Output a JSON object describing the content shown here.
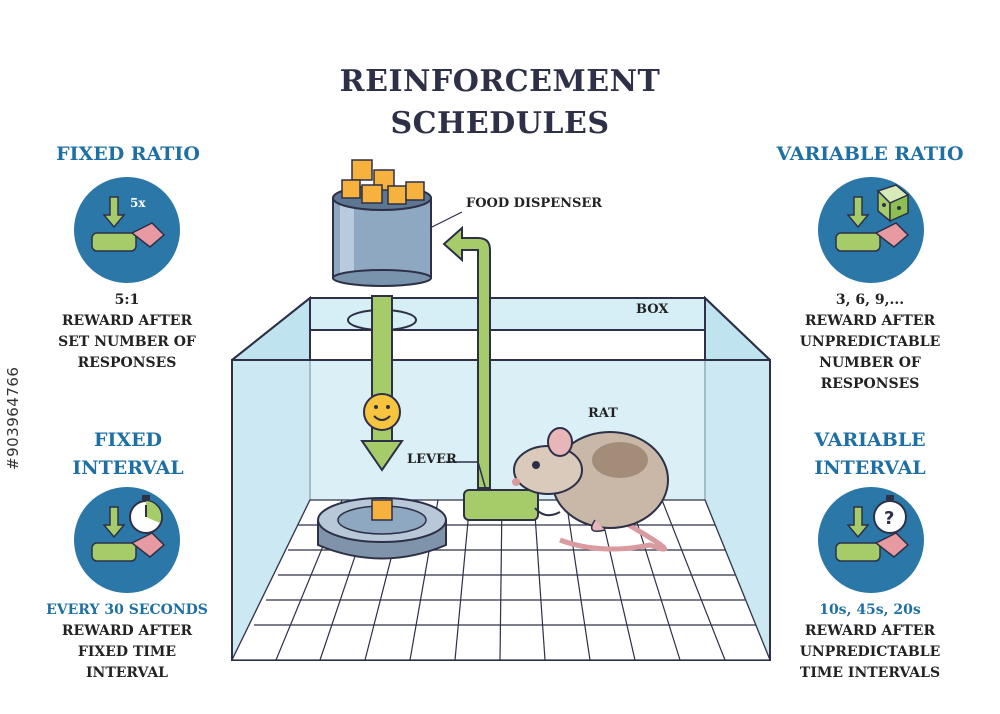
{
  "title": {
    "line1": "REINFORCEMENT",
    "line2": "SCHEDULES"
  },
  "schedules": {
    "fixed_ratio": {
      "title": "FIXED RATIO",
      "value": "5:1",
      "desc1": "REWARD AFTER",
      "desc2": "SET NUMBER OF",
      "desc3": "RESPONSES",
      "icon_text": "5x"
    },
    "variable_ratio": {
      "title": "VARIABLE RATIO",
      "value": "3, 6, 9,...",
      "desc1": "REWARD AFTER",
      "desc2": "UNPREDICTABLE",
      "desc3": "NUMBER OF",
      "desc4": "RESPONSES"
    },
    "fixed_interval": {
      "title1": "FIXED",
      "title2": "INTERVAL",
      "value": "EVERY 30 SECONDS",
      "desc1": "REWARD AFTER",
      "desc2": "FIXED TIME",
      "desc3": "INTERVAL"
    },
    "variable_interval": {
      "title1": "VARIABLE",
      "title2": "INTERVAL",
      "value": "10s, 45s, 20s",
      "desc1": "REWARD AFTER",
      "desc2": "UNPREDICTABLE",
      "desc3": "TIME INTERVALS"
    }
  },
  "labels": {
    "food_dispenser": "FOOD DISPENSER",
    "box": "BOX",
    "rat": "RAT",
    "lever": "LEVER"
  },
  "watermark": "#903964766",
  "colors": {
    "title": "#2d3047",
    "accent_blue": "#1e6fa3",
    "circle_bg": "#2b77a8",
    "lever_green": "#a6cc6a",
    "food_orange": "#f6b13f",
    "box_glass": "#bfe6f2",
    "rat_body": "#c9b8a8"
  }
}
